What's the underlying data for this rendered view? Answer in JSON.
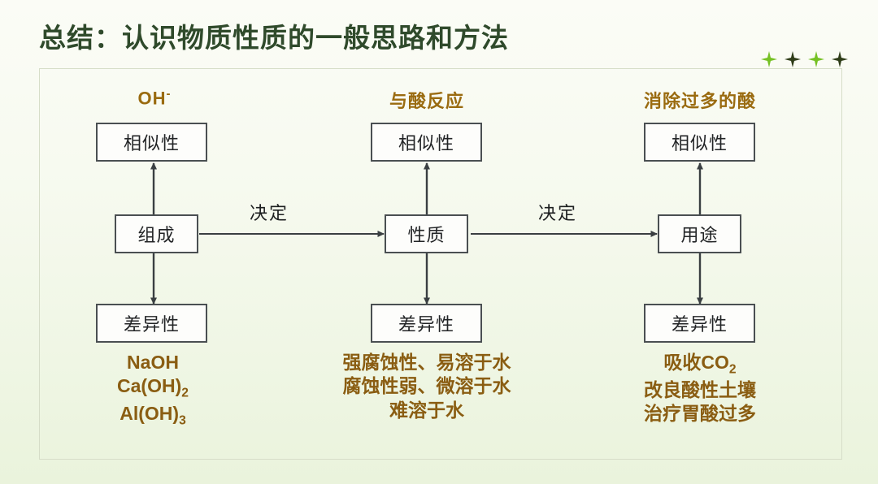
{
  "slide": {
    "title": "总结：认识物质性质的一般思路和方法",
    "title_color": "#2f4a2b",
    "accent_brown": "#9a6b10",
    "note_brown": "#8a5d12",
    "box_border": "#4a4f52",
    "frame_border": "#d6ddc8",
    "background_top": "#fbfcf6",
    "background_bottom": "#eaf3dc"
  },
  "decoration": {
    "diamonds": [
      {
        "name": "diamond-1",
        "color": "#76c124"
      },
      {
        "name": "diamond-2",
        "color": "#2f3d18"
      },
      {
        "name": "diamond-3",
        "color": "#76c124"
      },
      {
        "name": "diamond-4",
        "color": "#2f3d18"
      }
    ]
  },
  "columns": [
    {
      "id": "composition",
      "header": "OH",
      "header_sup": "-",
      "top_box": "相似性",
      "middle_box": "组成",
      "bottom_box": "差异性",
      "notes": [
        "NaOH",
        "Ca(OH)2",
        "Al(OH)3"
      ]
    },
    {
      "id": "property",
      "header": "与酸反应",
      "header_sup": "",
      "top_box": "相似性",
      "middle_box": "性质",
      "bottom_box": "差异性",
      "notes": [
        "强腐蚀性、易溶于水",
        "腐蚀性弱、微溶于水",
        "难溶于水"
      ]
    },
    {
      "id": "usage",
      "header": "消除过多的酸",
      "header_sup": "",
      "top_box": "相似性",
      "middle_box": "用途",
      "bottom_box": "差异性",
      "notes": [
        "吸收CO2",
        "改良酸性土壤",
        "治疗胃酸过多"
      ]
    }
  ],
  "edges": [
    {
      "id": "edge-composition-to-property",
      "label": "决定"
    },
    {
      "id": "edge-property-to-usage",
      "label": "决定"
    }
  ],
  "formulas": {
    "naoh": {
      "base": "NaOH",
      "sub": ""
    },
    "caoh2": {
      "base": "Ca(OH)",
      "sub": "2"
    },
    "aloh3": {
      "base": "Al(OH)",
      "sub": "3"
    },
    "co2": {
      "prefix": "吸收CO",
      "sub": "2"
    }
  }
}
